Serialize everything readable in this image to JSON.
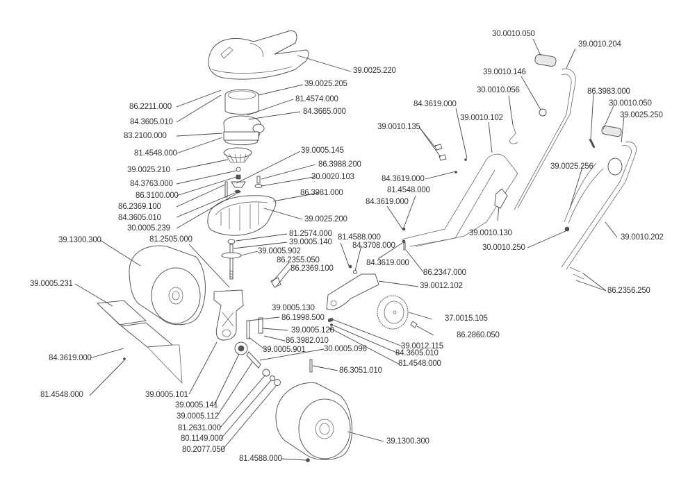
{
  "diagram": {
    "title": "Exploded parts diagram — lawn scarifier / aerator",
    "labels": [
      {
        "id": "l0",
        "text": "39.0025.220"
      },
      {
        "id": "l1",
        "text": "39.0025.205"
      },
      {
        "id": "l2",
        "text": "86.2211.000"
      },
      {
        "id": "l3",
        "text": "81.4574.000"
      },
      {
        "id": "l4",
        "text": "84.3665.000"
      },
      {
        "id": "l5",
        "text": "84.3605.010"
      },
      {
        "id": "l6",
        "text": "83.2100.000"
      },
      {
        "id": "l7",
        "text": "81.4548.000"
      },
      {
        "id": "l8",
        "text": "39.0005.145"
      },
      {
        "id": "l9",
        "text": "39.0025.210"
      },
      {
        "id": "l10",
        "text": "86.3988.200"
      },
      {
        "id": "l11",
        "text": "84.3763.000"
      },
      {
        "id": "l12",
        "text": "30.0020.103"
      },
      {
        "id": "l13",
        "text": "86.3100.000"
      },
      {
        "id": "l14",
        "text": "86.3981.000"
      },
      {
        "id": "l15",
        "text": "86.2369.100"
      },
      {
        "id": "l16",
        "text": "84.3605.010"
      },
      {
        "id": "l17",
        "text": "39.0025.200"
      },
      {
        "id": "l18",
        "text": "30.0005.239"
      },
      {
        "id": "l19",
        "text": "81.2574.000"
      },
      {
        "id": "l20",
        "text": "81.2505.000"
      },
      {
        "id": "l21",
        "text": "39.0005.140"
      },
      {
        "id": "l22",
        "text": "39.1300.300"
      },
      {
        "id": "l23",
        "text": "39.0005.902"
      },
      {
        "id": "l24",
        "text": "86.2355.050"
      },
      {
        "id": "l25",
        "text": "86.2369.100"
      },
      {
        "id": "l26",
        "text": "39.0005.231"
      },
      {
        "id": "l27",
        "text": "39.0005.130"
      },
      {
        "id": "l28",
        "text": "86.1998.500"
      },
      {
        "id": "l29",
        "text": "39.0005.120"
      },
      {
        "id": "l30",
        "text": "86.3982.010"
      },
      {
        "id": "l31",
        "text": "39.0005.901"
      },
      {
        "id": "l32",
        "text": "30.0005.096"
      },
      {
        "id": "l33",
        "text": "84.3619.000"
      },
      {
        "id": "l34",
        "text": "81.4548.000"
      },
      {
        "id": "l35",
        "text": "39.0005.101"
      },
      {
        "id": "l36",
        "text": "39.0005.141"
      },
      {
        "id": "l37",
        "text": "39.0005.112"
      },
      {
        "id": "l38",
        "text": "81.2631.000"
      },
      {
        "id": "l39",
        "text": "80.1149.000"
      },
      {
        "id": "l40",
        "text": "80.2077.050"
      },
      {
        "id": "l41",
        "text": "81.4588.000"
      },
      {
        "id": "l42",
        "text": "86.3051.010"
      },
      {
        "id": "l43",
        "text": "39.1300.300"
      },
      {
        "id": "l44",
        "text": "30.0010.050"
      },
      {
        "id": "l45",
        "text": "39.0010.204"
      },
      {
        "id": "l46",
        "text": "39.0010.146"
      },
      {
        "id": "l47",
        "text": "30.0010.056"
      },
      {
        "id": "l48",
        "text": "84.3619.000"
      },
      {
        "id": "l49",
        "text": "39.0010.135"
      },
      {
        "id": "l50",
        "text": "39.0010.102"
      },
      {
        "id": "l51",
        "text": "86.3983.000"
      },
      {
        "id": "l52",
        "text": "30.0010.050"
      },
      {
        "id": "l53",
        "text": "39.0025.250"
      },
      {
        "id": "l54",
        "text": "84.3619.000"
      },
      {
        "id": "l55",
        "text": "81.4548.000"
      },
      {
        "id": "l56",
        "text": "84.3619.000"
      },
      {
        "id": "l57",
        "text": "39.0025.256"
      },
      {
        "id": "l58",
        "text": "81.4588.000"
      },
      {
        "id": "l59",
        "text": "84.3708.000"
      },
      {
        "id": "l60",
        "text": "39.0010.130"
      },
      {
        "id": "l61",
        "text": "30.0010.250"
      },
      {
        "id": "l62",
        "text": "39.0010.202"
      },
      {
        "id": "l63",
        "text": "84.3619.000"
      },
      {
        "id": "l64",
        "text": "86.2347.000"
      },
      {
        "id": "l65",
        "text": "39.0012.102"
      },
      {
        "id": "l66",
        "text": "86.2356.250"
      },
      {
        "id": "l67",
        "text": "37.0015.105"
      },
      {
        "id": "l68",
        "text": "86.2860.050"
      },
      {
        "id": "l69",
        "text": "39.0012.115"
      },
      {
        "id": "l70",
        "text": "84.3605.010"
      },
      {
        "id": "l71",
        "text": "81.4548.000"
      }
    ]
  }
}
